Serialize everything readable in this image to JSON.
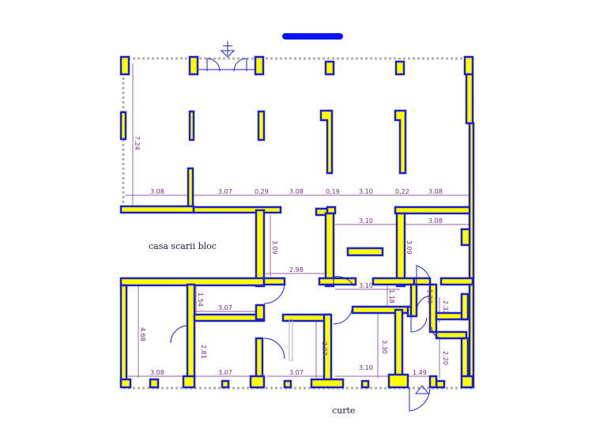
{
  "palette": {
    "wall_fill": "#ffff00",
    "wall_stroke": "#1a1fd0",
    "dim_color": "#7a2a8a",
    "dashed_color": "#b0b0b0",
    "header_bar": "#0a14f0"
  },
  "labels": {
    "stairwell": "casa scarii bloc",
    "courtyard": "curte"
  },
  "dims": {
    "d_7_24": "7.24",
    "d_3_08_a": "3.08",
    "d_3_07_a": "3.07",
    "d_0_29": "0,29",
    "d_3_08_b": "3.08",
    "d_0_19": "0,19",
    "d_3_10_a": "3.10",
    "d_0_22": "0,22",
    "d_3_08_c": "3.08",
    "d_3_10_b": "3.10",
    "d_3_08_d": "3.08",
    "d_3_09_a": "3.09",
    "d_3_09_b": "3.09",
    "d_2_98": "2.98",
    "d_3_10_c": "3.10",
    "d_1_18": "1.18",
    "d_1_33": "1.33",
    "d_1_54": "1.54",
    "d_3_07_b": "3.07",
    "d_4_68": "4.68",
    "d_2_81": "2.81",
    "d_2_97": "2.97",
    "d_3_30": "3.30",
    "d_2_32": "2.32",
    "d_2_20": "2.20",
    "d_3_08_e": "3.08",
    "d_3_07_c": "3.07",
    "d_3_07_d": "3.07",
    "d_3_10_d": "3.10",
    "d_1_49": "1.49"
  }
}
